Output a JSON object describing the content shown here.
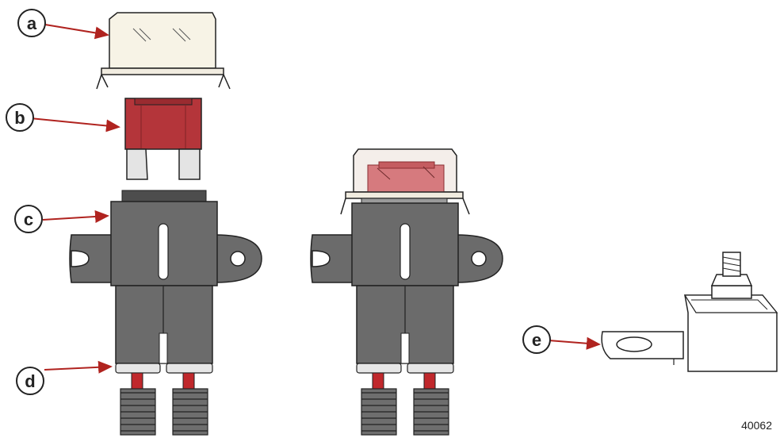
{
  "callouts": [
    {
      "id": "a",
      "label": "a",
      "target": "fuse-cover"
    },
    {
      "id": "b",
      "label": "b",
      "target": "maxi-fuse"
    },
    {
      "id": "c",
      "label": "c",
      "target": "fuse-holder-body"
    },
    {
      "id": "d",
      "label": "d",
      "target": "wire-seal"
    },
    {
      "id": "e",
      "label": "e",
      "target": "terminal-stud-block"
    }
  ],
  "figure_id": "40062",
  "colors": {
    "callout_arrow": "#b0231f",
    "fuse_red": "#b4353a",
    "holder_gray": "#6b6b6b",
    "cover_ivory": "#f7f3e6",
    "outline": "#222222"
  }
}
